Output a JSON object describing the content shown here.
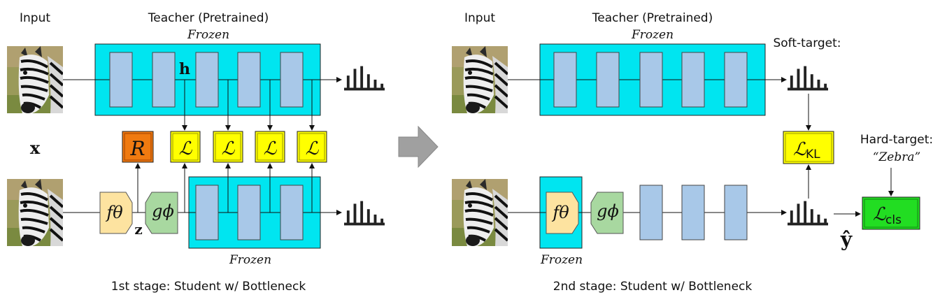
{
  "stage1": {
    "input_label": "Input",
    "teacher_label": "Teacher (Pretrained)",
    "teacher_frozen": "Frozen",
    "student_frozen": "Frozen",
    "caption": "1st stage: Student w/ Bottleneck",
    "x_symbol": "x",
    "h_symbol": "h",
    "z_symbol": "z",
    "r_symbol": "R",
    "loss_symbol": "ℒ",
    "encoder_symbol": "fθ",
    "decoder_symbol": "gϕ"
  },
  "stage2": {
    "input_label": "Input",
    "teacher_label": "Teacher (Pretrained)",
    "teacher_frozen": "Frozen",
    "encoder_frozen": "Frozen",
    "caption": "2nd stage: Student w/ Bottleneck",
    "soft_target_label": "Soft-target:",
    "hard_target_label": "Hard-target:",
    "hard_target_value": "“Zebra”",
    "kl_loss_main": "ℒ",
    "kl_loss_sub": "KL",
    "cls_loss_main": "ℒ",
    "cls_loss_sub": "cls",
    "yhat_symbol": "ŷ",
    "encoder_symbol": "fθ",
    "decoder_symbol": "gϕ"
  },
  "colors": {
    "frozen_box": "#00e5f0",
    "layer_block": "#a8c8e8",
    "loss_box": "#ffff00",
    "regularizer_box": "#f07a10",
    "encoder_box": "#fde3a0",
    "decoder_box": "#a8d8a0",
    "cls_box": "#22dd22",
    "arrow_gray": "#a0a0a0"
  },
  "icons": [
    "zebra-image",
    "histogram-icon",
    "next-stage-arrow-icon"
  ]
}
